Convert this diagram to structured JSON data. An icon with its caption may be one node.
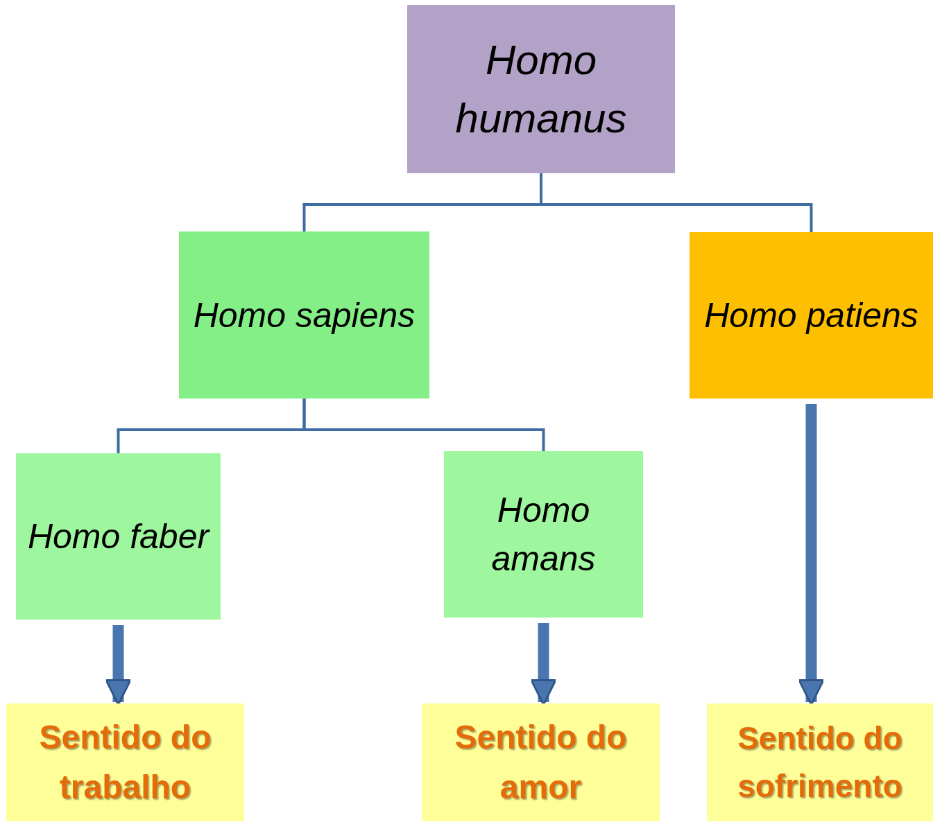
{
  "diagram": {
    "nodes": [
      {
        "text": [
          "Homo humanus"
        ]
      },
      {
        "text": [
          "Homo sapiens"
        ]
      },
      {
        "text": [
          "Homo patiens"
        ]
      },
      {
        "text": [
          "Homo faber"
        ]
      },
      {
        "text": [
          "Homo amans"
        ]
      },
      {
        "text": [
          "Sentido do trabalho"
        ]
      },
      {
        "text": [
          "Sentido do amor"
        ]
      },
      {
        "text": [
          "Sentido do sofrimento"
        ]
      }
    ],
    "edges": [
      {
        "from": 0,
        "to": 1,
        "arrow": "none"
      },
      {
        "from": 0,
        "to": 2,
        "arrow": "none"
      },
      {
        "from": 1,
        "to": 3,
        "arrow": "none"
      },
      {
        "from": 1,
        "to": 4,
        "arrow": "none"
      },
      {
        "from": 3,
        "to": 5,
        "arrow": "to",
        "style": "thick"
      },
      {
        "from": 4,
        "to": 6,
        "arrow": "to",
        "style": "thick"
      },
      {
        "from": 2,
        "to": 7,
        "arrow": "to",
        "style": "thick"
      }
    ]
  }
}
